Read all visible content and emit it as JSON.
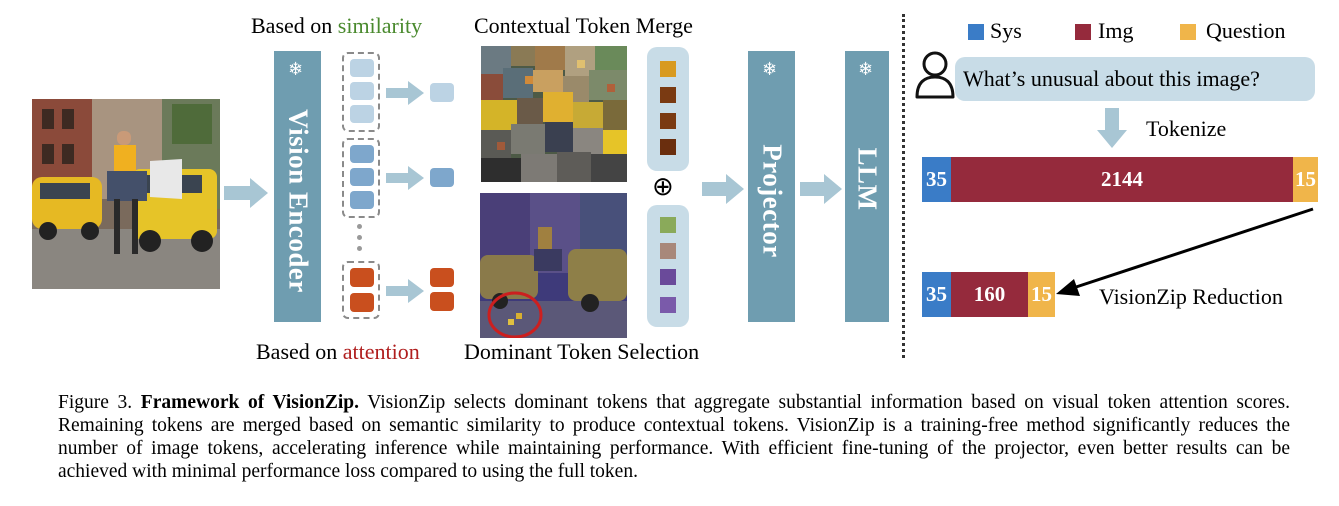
{
  "labels": {
    "based_on": "Based on",
    "similarity": "similarity",
    "attention": "attention",
    "contextual_merge": "Contextual Token Merge",
    "dominant_selection": "Dominant Token Selection",
    "vision_encoder": "Vision Encoder",
    "projector": "Projector",
    "llm": "LLM",
    "oplus": "⊕",
    "snowflake": "❄"
  },
  "legend": [
    {
      "label": "Sys",
      "color": "#3a7cc7"
    },
    {
      "label": "Img",
      "color": "#952a3c"
    },
    {
      "label": "Question",
      "color": "#f0b54a"
    }
  ],
  "query": {
    "text": "What’s unusual about this image?",
    "tokenize": "Tokenize"
  },
  "full_bar": {
    "sys": "35",
    "img": "2144",
    "question": "15"
  },
  "reduced_bar": {
    "sys": "35",
    "img": "160",
    "question": "15"
  },
  "reduction_label": "VisionZip Reduction",
  "colors": {
    "sys": "#3a7cc7",
    "img": "#952a3c",
    "question": "#f0b54a",
    "similarity_text": "#4a8a2e",
    "attention_text": "#b01e1e",
    "encoder_bar": "#6f9db0",
    "arrow": "#a8c6d4",
    "token_light": "#bcd3e4",
    "token_mid": "#7ea7cc",
    "token_orange": "#c94f1e"
  },
  "caption": {
    "figure": "Figure 3.",
    "title": "Framework of VisionZip.",
    "body": " VisionZip  selects dominant tokens that aggregate substantial information based on visual token attention scores. Remaining tokens are merged based on semantic similarity to produce contextual tokens.  VisionZip is a training-free method significantly reduces the number of image tokens, accelerating inference while maintaining performance. With efficient fine-tuning of the projector, even better results can be achieved with minimal performance loss compared to using the full token."
  }
}
